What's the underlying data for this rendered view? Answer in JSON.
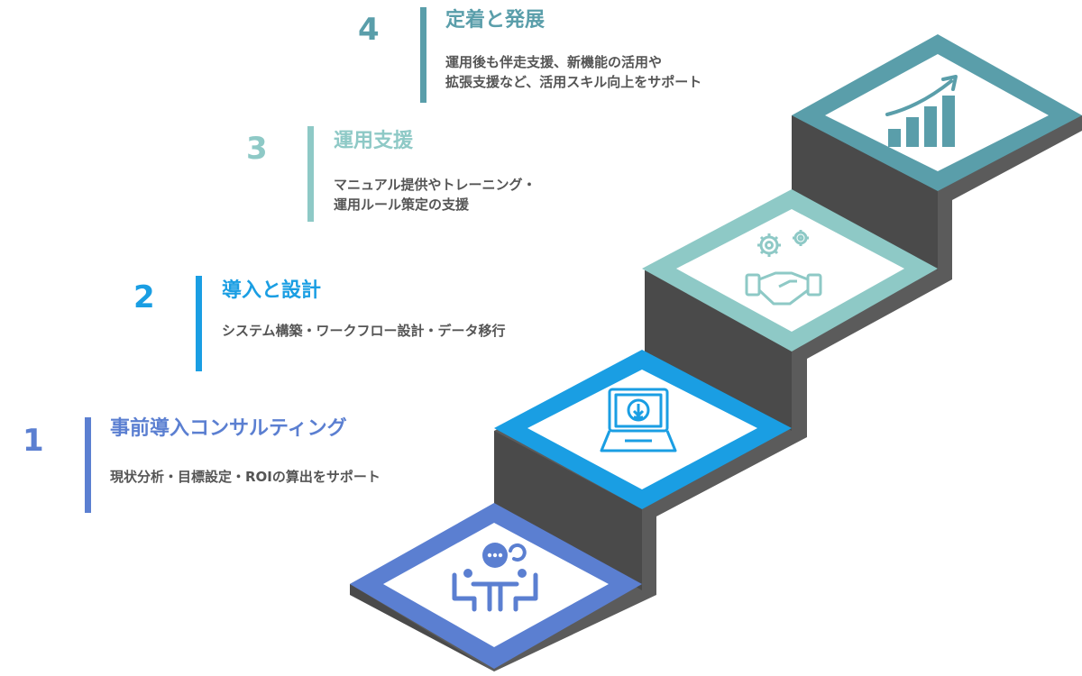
{
  "colors": {
    "step1": "#5b7fd1",
    "step2": "#1a9ee3",
    "step3": "#8ec9c6",
    "step4": "#5a9eaa",
    "riser": "#5b5b5b",
    "riser_dark": "#474747",
    "body_text": "#555555"
  },
  "steps": [
    {
      "number": "1",
      "title": "事前導入コンサルティング",
      "desc_lines": [
        "現状分析・目標設定・ROIの算出をサポート"
      ],
      "icon": "meeting-icon"
    },
    {
      "number": "2",
      "title": "導入と設計",
      "desc_lines": [
        "システム構築・ワークフロー設計・データ移行"
      ],
      "icon": "laptop-download-icon"
    },
    {
      "number": "3",
      "title": "運用支援",
      "desc_lines": [
        "マニュアル提供やトレーニング・",
        "運用ルール策定の支援"
      ],
      "icon": "gears-handshake-icon"
    },
    {
      "number": "4",
      "title": "定着と発展",
      "desc_lines": [
        "運用後も伴走支援、新機能の活用や",
        "拡張支援など、活用スキル向上をサポート"
      ],
      "icon": "growth-chart-icon"
    }
  ]
}
